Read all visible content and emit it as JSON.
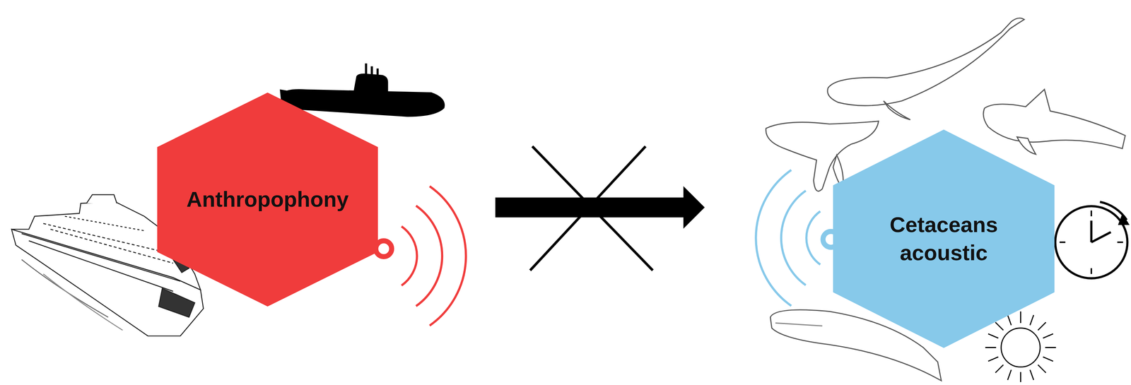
{
  "diagram": {
    "nodes": [
      {
        "text": [
          "Anthropophony"
        ]
      },
      {
        "text": [
          "Cetaceans acoustic"
        ]
      }
    ],
    "edges": [
      {
        "from": 0,
        "to": 1,
        "arrow": "to"
      }
    ]
  }
}
